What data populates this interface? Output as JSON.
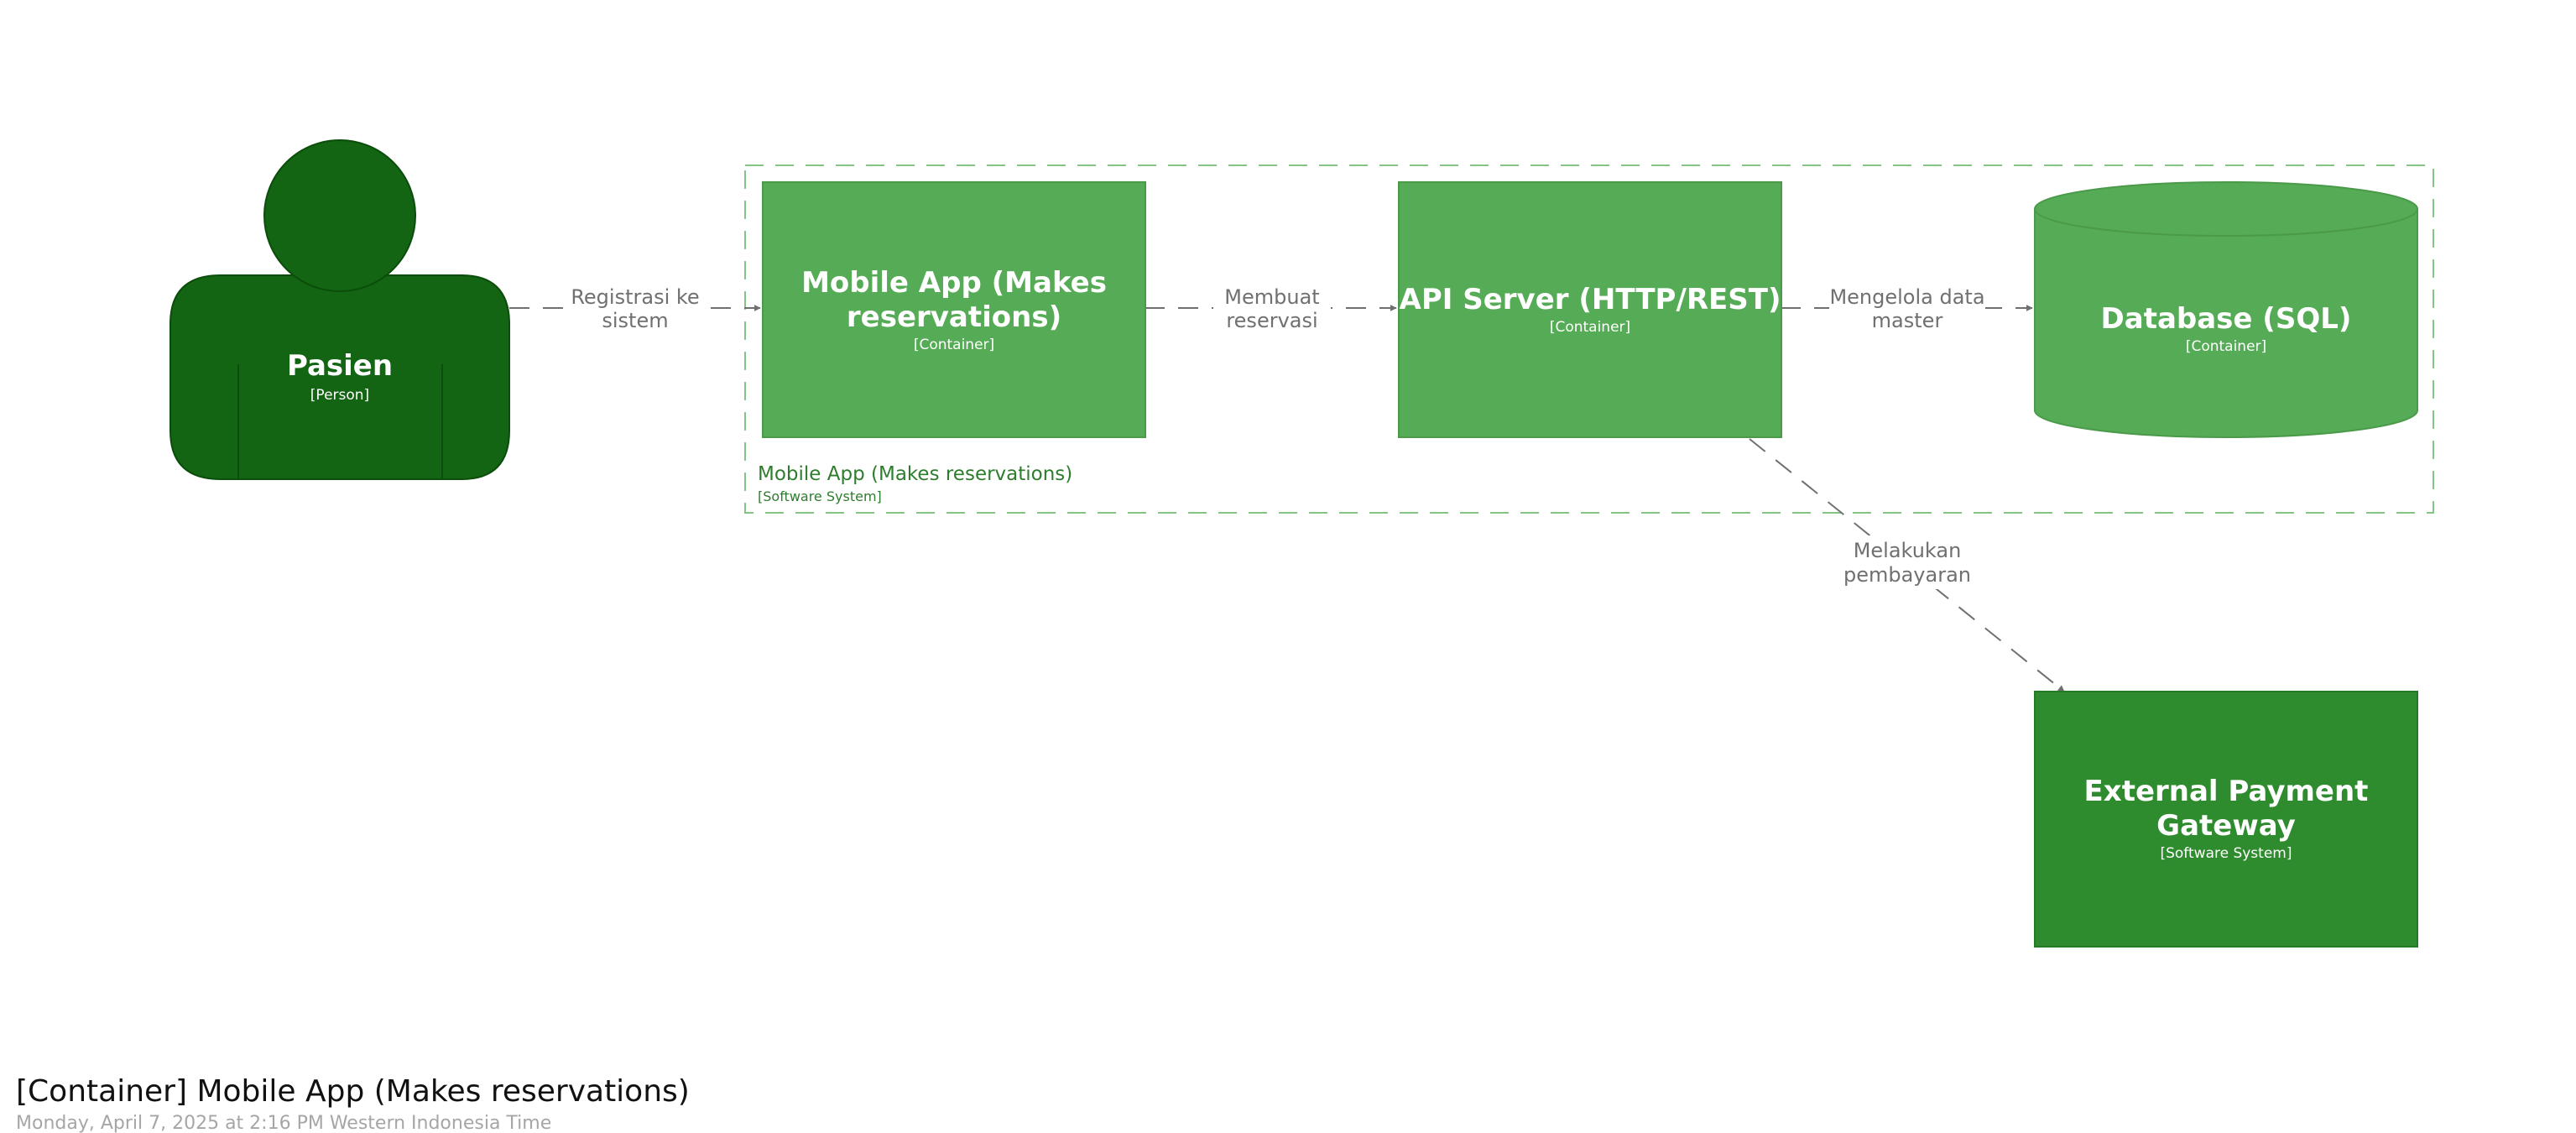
{
  "diagram": {
    "title": "[Container] Mobile App (Makes reservations)",
    "timestamp": "Monday, April 7, 2025 at 2:16 PM Western Indonesia Time",
    "colors": {
      "person_fill": "#136413",
      "container_fill": "#56ab56",
      "external_fill": "#2e8b2e",
      "boundary_stroke": "#86c486",
      "boundary_text": "#2e7d2e",
      "relationship": "#707070"
    },
    "boundary": {
      "name": "Mobile App (Makes reservations)",
      "type": "[Software System]"
    },
    "elements": {
      "pasien": {
        "name": "Pasien",
        "type": "[Person]"
      },
      "mobile_app": {
        "name_line1": "Mobile App (Makes",
        "name_line2": "reservations)",
        "type": "[Container]"
      },
      "api_server": {
        "name": "API Server (HTTP/REST)",
        "type": "[Container]"
      },
      "database": {
        "name": "Database (SQL)",
        "type": "[Container]"
      },
      "payment_gateway": {
        "name_line1": "External Payment",
        "name_line2": "Gateway",
        "type": "[Software System]"
      }
    },
    "relationships": {
      "registrasi": {
        "line1": "Registrasi ke",
        "line2": "sistem"
      },
      "membuat": {
        "line1": "Membuat",
        "line2": "reservasi"
      },
      "mengelola": {
        "line1": "Mengelola data",
        "line2": "master"
      },
      "melakukan": {
        "line1": "Melakukan",
        "line2": "pembayaran"
      }
    }
  }
}
